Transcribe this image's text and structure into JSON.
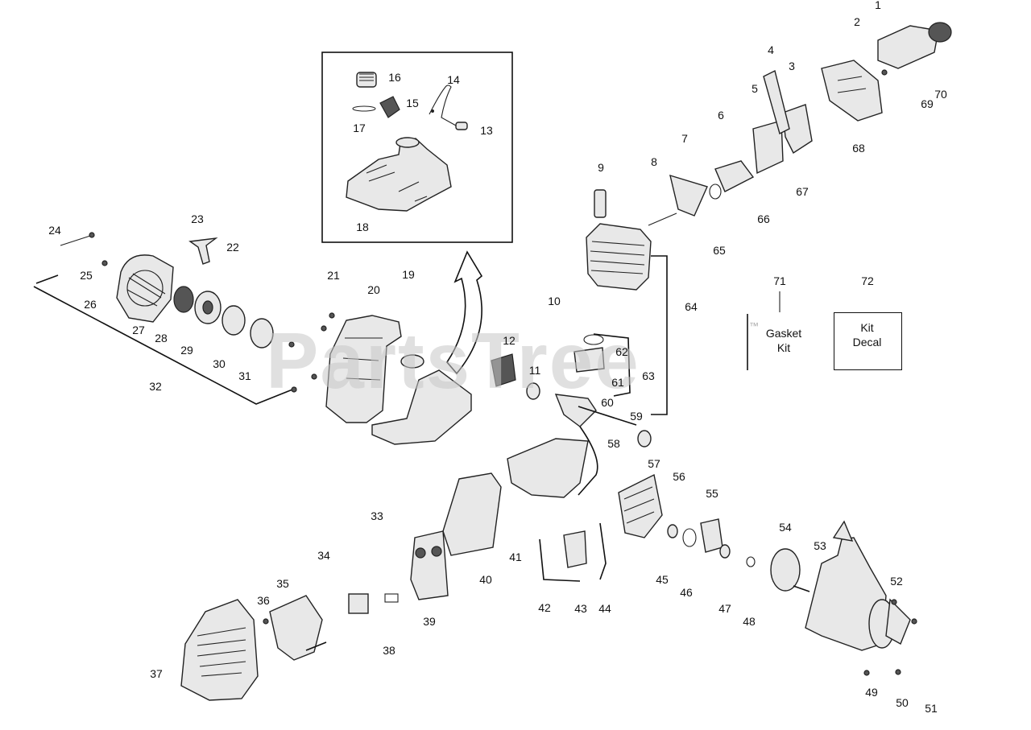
{
  "watermark": {
    "text": "PartsTree",
    "trademark": "™"
  },
  "labels": [
    "1",
    "2",
    "3",
    "4",
    "5",
    "6",
    "7",
    "8",
    "9",
    "10",
    "11",
    "12",
    "13",
    "14",
    "15",
    "16",
    "17",
    "18",
    "19",
    "20",
    "21",
    "22",
    "23",
    "24",
    "25",
    "26",
    "27",
    "28",
    "29",
    "30",
    "31",
    "32",
    "33",
    "34",
    "35",
    "36",
    "37",
    "38",
    "39",
    "40",
    "41",
    "42",
    "43",
    "44",
    "45",
    "46",
    "47",
    "48",
    "49",
    "50",
    "51",
    "52",
    "53",
    "54",
    "55",
    "56",
    "57",
    "58",
    "59",
    "60",
    "61",
    "62",
    "63",
    "64",
    "65",
    "66",
    "67",
    "68",
    "69",
    "70",
    "71",
    "72"
  ],
  "kits": {
    "gasket_kit": "Gasket\nKit",
    "kit_decal": "Kit\nDecal"
  }
}
